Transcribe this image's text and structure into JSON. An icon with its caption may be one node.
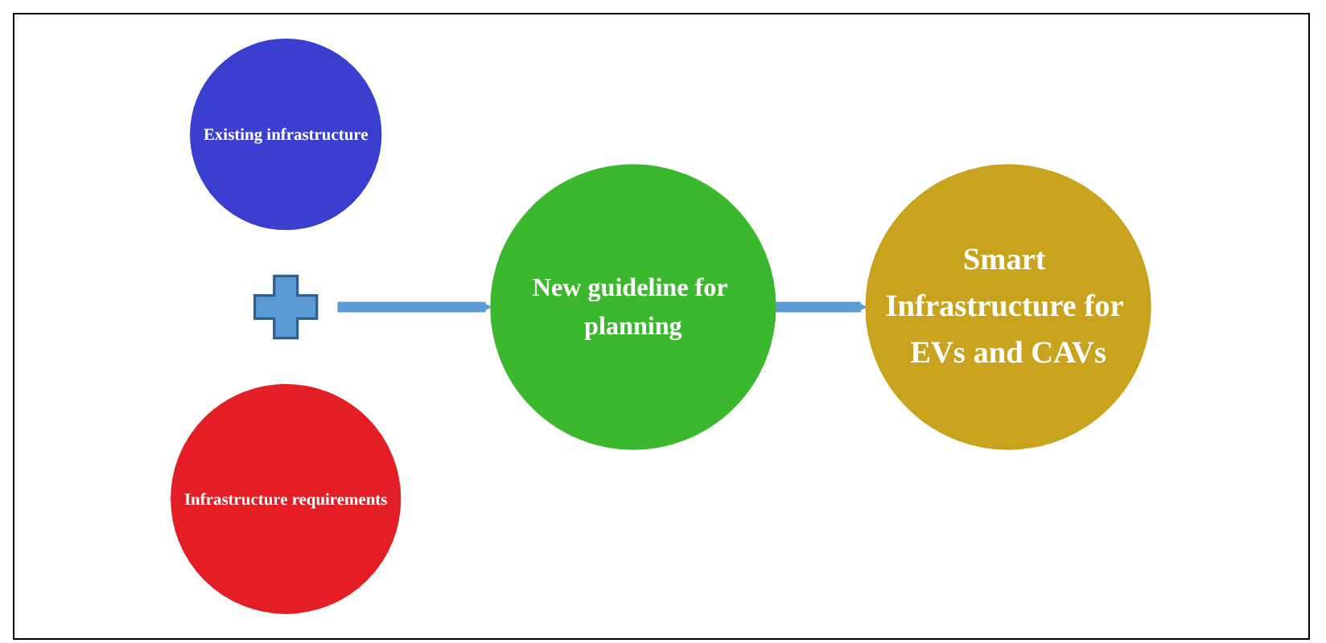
{
  "diagram": {
    "nodes": [
      {
        "text": [
          "Existing infrastructure"
        ]
      },
      {
        "text": [],
        "shape": "plus"
      },
      {
        "text": [
          "Infrastructure requirements"
        ]
      },
      {
        "text": [
          "New guideline for planning"
        ]
      },
      {
        "text": [
          "Smart Infrastructure for EVs and CAVs"
        ]
      }
    ],
    "edges": [
      {
        "from": 1,
        "to": 3,
        "arrow": "to"
      },
      {
        "from": 3,
        "to": 4,
        "arrow": "to"
      }
    ]
  }
}
